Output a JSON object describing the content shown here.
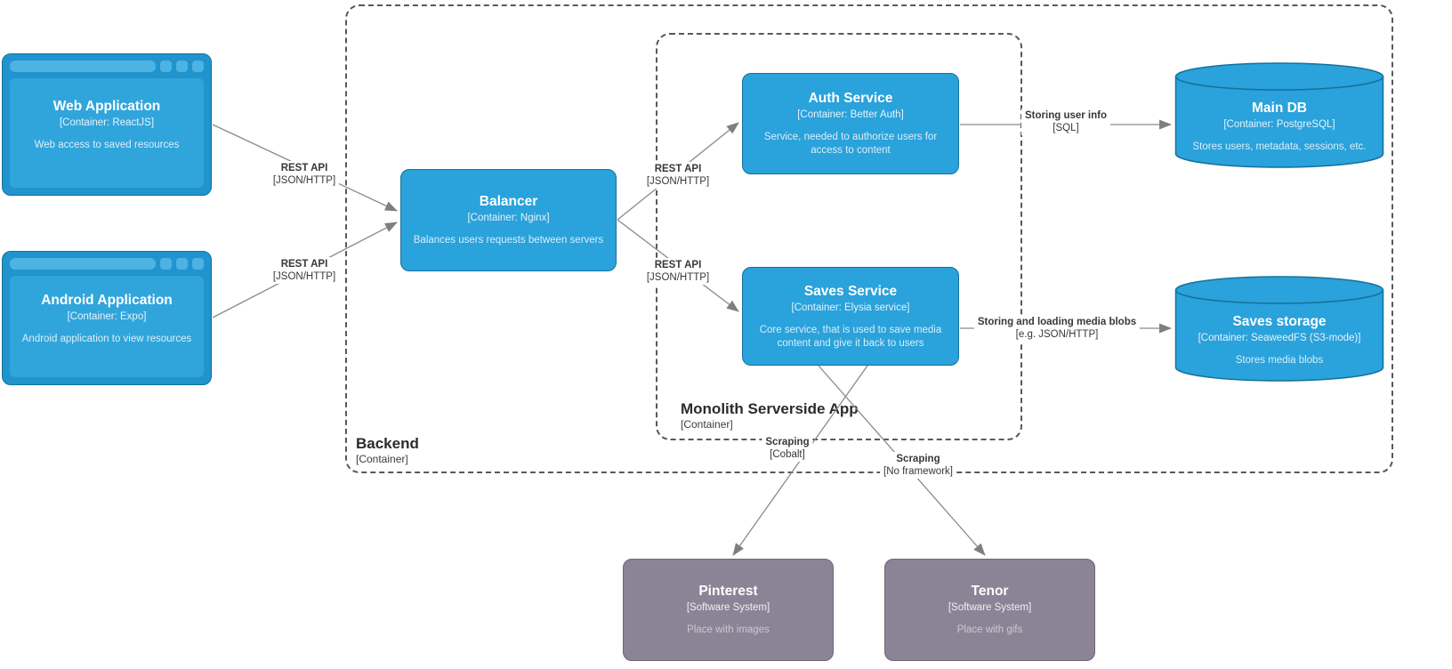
{
  "colors": {
    "container_blue": "#2AA2DB",
    "container_border": "#15719C",
    "browser_frame_blue": "#2194CE",
    "browser_chrome_blue": "#4DB3E3",
    "external_gray": "#8B8496",
    "external_gray_border": "#6E6779",
    "edge_line_gray": "#8A8A8A",
    "boundary_dash_gray": "#595959",
    "text_on_node": "#FFFFFF",
    "label_text": "#383838"
  },
  "boundaries": {
    "backend": {
      "title": "Backend",
      "type": "[Container]"
    },
    "monolith": {
      "title": "Monolith Serverside App",
      "type": "[Container]"
    }
  },
  "nodes": {
    "web_app": {
      "title": "Web Application",
      "subtitle": "[Container: ReactJS]",
      "description": "Web access to saved resources"
    },
    "android_app": {
      "title": "Android Application",
      "subtitle": "[Container: Expo]",
      "description": "Android application to view resources"
    },
    "balancer": {
      "title": "Balancer",
      "subtitle": "[Container: Nginx]",
      "description": "Balances users requests between servers"
    },
    "auth_service": {
      "title": "Auth Service",
      "subtitle": "[Container: Better Auth]",
      "description": "Service, needed to authorize users for access to content"
    },
    "saves_service": {
      "title": "Saves Service",
      "subtitle": "[Container: Elysia service]",
      "description": "Core service, that is used to save media content and give it back to users"
    },
    "main_db": {
      "title": "Main DB",
      "subtitle": "[Container: PostgreSQL]",
      "description": "Stores users, metadata, sessions, etc."
    },
    "saves_storage": {
      "title": "Saves storage",
      "subtitle": "[Container: SeaweedFS (S3-mode)]",
      "description": "Stores media blobs"
    },
    "pinterest": {
      "title": "Pinterest",
      "subtitle": "[Software System]",
      "description": "Place with images"
    },
    "tenor": {
      "title": "Tenor",
      "subtitle": "[Software System]",
      "description": "Place with gifs"
    }
  },
  "edges": {
    "web_to_balancer": {
      "name": "REST API",
      "tech": "[JSON/HTTP]"
    },
    "android_to_balancer": {
      "name": "REST API",
      "tech": "[JSON/HTTP]"
    },
    "balancer_to_auth": {
      "name": "REST API",
      "tech": "[JSON/HTTP]"
    },
    "balancer_to_saves": {
      "name": "REST API",
      "tech": "[JSON/HTTP]"
    },
    "auth_to_maindb": {
      "name": "Storing user info",
      "tech": "[SQL]"
    },
    "saves_to_storage": {
      "name": "Storing and loading media blobs",
      "tech": "[e.g. JSON/HTTP]"
    },
    "saves_to_pinterest": {
      "name": "Scraping",
      "tech": "[Cobalt]"
    },
    "saves_to_tenor": {
      "name": "Scraping",
      "tech": "[No framework]"
    }
  }
}
